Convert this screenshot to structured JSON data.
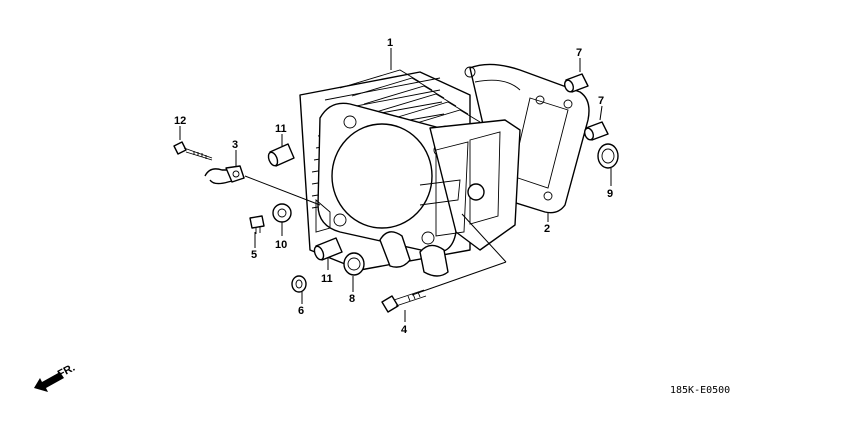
{
  "callouts": [
    {
      "id": "p1",
      "label": "1"
    },
    {
      "id": "p2",
      "label": "2"
    },
    {
      "id": "p3",
      "label": "3"
    },
    {
      "id": "p4",
      "label": "4"
    },
    {
      "id": "p5",
      "label": "5"
    },
    {
      "id": "p6",
      "label": "6"
    },
    {
      "id": "p7a",
      "label": "7"
    },
    {
      "id": "p7b",
      "label": "7"
    },
    {
      "id": "p8",
      "label": "8"
    },
    {
      "id": "p9",
      "label": "9"
    },
    {
      "id": "p10",
      "label": "10"
    },
    {
      "id": "p11a",
      "label": "11"
    },
    {
      "id": "p11b",
      "label": "11"
    },
    {
      "id": "p12",
      "label": "12"
    }
  ],
  "direction_label": "FR.",
  "diagram_code": "185K-E0500"
}
